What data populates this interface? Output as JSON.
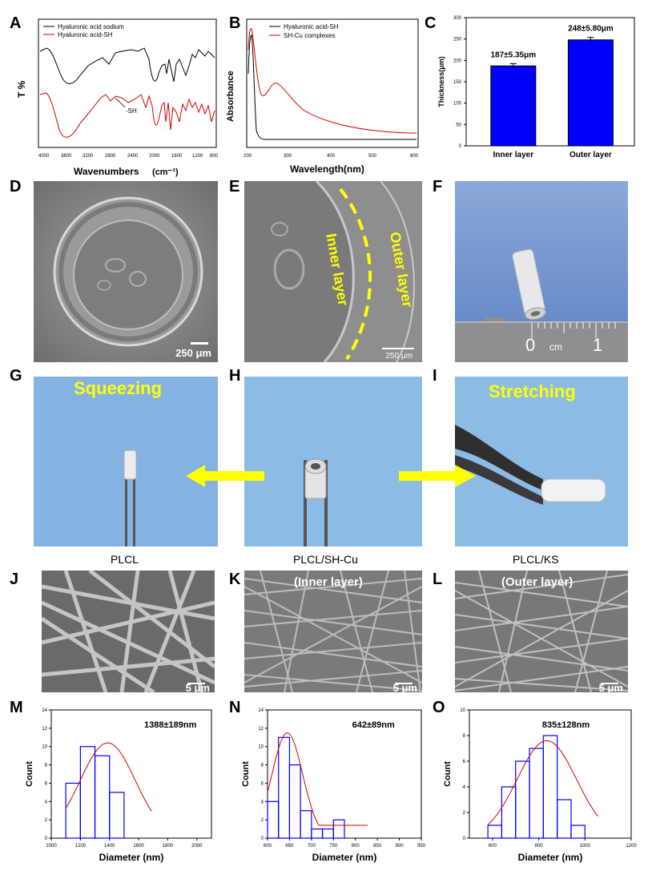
{
  "panel_labels": {
    "A": "A",
    "B": "B",
    "C": "C",
    "D": "D",
    "E": "E",
    "F": "F",
    "G": "G",
    "H": "H",
    "I": "I",
    "J": "J",
    "K": "K",
    "L": "L",
    "M": "M",
    "N": "N",
    "O": "O"
  },
  "panelA": {
    "legend": [
      "Hyaluronic acid sodium",
      "Hyaluronic acid-SH"
    ],
    "ylabel": "T %",
    "xlabel": "Wavenumbers",
    "xlabel_unit": "(cm⁻¹)",
    "annotation": "-SH",
    "ticks": [
      "4000",
      "3600",
      "3200",
      "2800",
      "2400",
      "2000",
      "1600",
      "1200",
      "800"
    ]
  },
  "panelB": {
    "legend": [
      "Hyaluronic acid-SH",
      "SH-Cu complexes"
    ],
    "ylabel": "Absorbance",
    "xlabel": "Wavelength(nm)",
    "ticks": [
      "200",
      "300",
      "400",
      "500",
      "600"
    ]
  },
  "panelD": {
    "scale": "250 μm"
  },
  "panelE": {
    "inner": "Inner layer",
    "outer": "Outer layer",
    "scale": "250 μm"
  },
  "panelF": {
    "ruler_0": "0",
    "ruler_cm": "cm",
    "ruler_1": "1"
  },
  "panelG": {
    "caption": "Squeezing"
  },
  "panelI": {
    "caption": "Stretching"
  },
  "row_labels": {
    "J": "PLCL",
    "K": "PLCL/SH-Cu",
    "L": "PLCL/KS"
  },
  "fiber_labels": {
    "K": "(Inner layer)",
    "L": "(Outer layer)"
  },
  "sem_scale": "5 μm",
  "colors": {
    "black_series": "#000000",
    "red_series": "#d00000",
    "bar_fill": "#0000ff",
    "yellow": "#ffff00"
  },
  "chart_data": [
    {
      "id": "C",
      "type": "bar",
      "categories": [
        "Inner layer",
        "Outer layer"
      ],
      "values": [
        187,
        248
      ],
      "errors": [
        5.35,
        5.8
      ],
      "labels": [
        "187±5.35μm",
        "248±5.80μm"
      ],
      "ylabel": "Thickness(μm)",
      "ylim": [
        0,
        300
      ],
      "yticks": [
        "0",
        "50",
        "100",
        "150",
        "200",
        "250",
        "300"
      ]
    },
    {
      "id": "M",
      "type": "bar",
      "annotation": "1388±189nm",
      "xlabel": "Diameter (nm)",
      "ylabel": "Count",
      "xlim": [
        1000,
        2100
      ],
      "ylim": [
        0,
        14
      ],
      "xticks": [
        "1000",
        "1200",
        "1400",
        "1600",
        "1800",
        "2000"
      ],
      "yticks": [
        "0",
        "2",
        "4",
        "6",
        "8",
        "10",
        "12",
        "14"
      ],
      "bins": [
        [
          1100,
          1200
        ],
        [
          1200,
          1300
        ],
        [
          1300,
          1400
        ],
        [
          1400,
          1500
        ],
        [
          1500,
          1600
        ]
      ],
      "values": [
        6,
        10,
        9,
        5,
        0
      ],
      "fit_mean": 1388,
      "fit_sd": 189,
      "fit_peak": 10.4
    },
    {
      "id": "N",
      "type": "bar",
      "annotation": "642±89nm",
      "xlabel": "Diameter (nm)",
      "ylabel": "Count",
      "xlim": [
        600,
        950
      ],
      "ylim": [
        0,
        14
      ],
      "xticks": [
        "600",
        "650",
        "700",
        "750",
        "800",
        "850",
        "900",
        "950"
      ],
      "yticks": [
        "0",
        "2",
        "4",
        "6",
        "8",
        "10",
        "12",
        "14"
      ],
      "bins": [
        [
          600,
          625
        ],
        [
          625,
          650
        ],
        [
          650,
          675
        ],
        [
          675,
          700
        ],
        [
          700,
          725
        ],
        [
          725,
          750
        ],
        [
          750,
          775
        ],
        [
          775,
          800
        ]
      ],
      "values": [
        4,
        11,
        8,
        3,
        1,
        1,
        2,
        0
      ],
      "fit_mean": 645,
      "fit_sd": 35,
      "fit_peak": 11.5
    },
    {
      "id": "O",
      "type": "bar",
      "annotation": "835±128nm",
      "xlabel": "Diameter (nm)",
      "ylabel": "Count",
      "xlim": [
        500,
        1200
      ],
      "ylim": [
        0,
        10
      ],
      "xticks": [
        "600",
        "800",
        "1000",
        "1200"
      ],
      "yticks": [
        "0",
        "2",
        "4",
        "6",
        "8",
        "10"
      ],
      "bins": [
        [
          580,
          640
        ],
        [
          640,
          700
        ],
        [
          700,
          760
        ],
        [
          760,
          820
        ],
        [
          820,
          880
        ],
        [
          880,
          940
        ],
        [
          940,
          1000
        ]
      ],
      "values": [
        1,
        4,
        6,
        7,
        8,
        3,
        1
      ],
      "fit_mean": 835,
      "fit_sd": 128,
      "fit_peak": 7.6
    }
  ]
}
